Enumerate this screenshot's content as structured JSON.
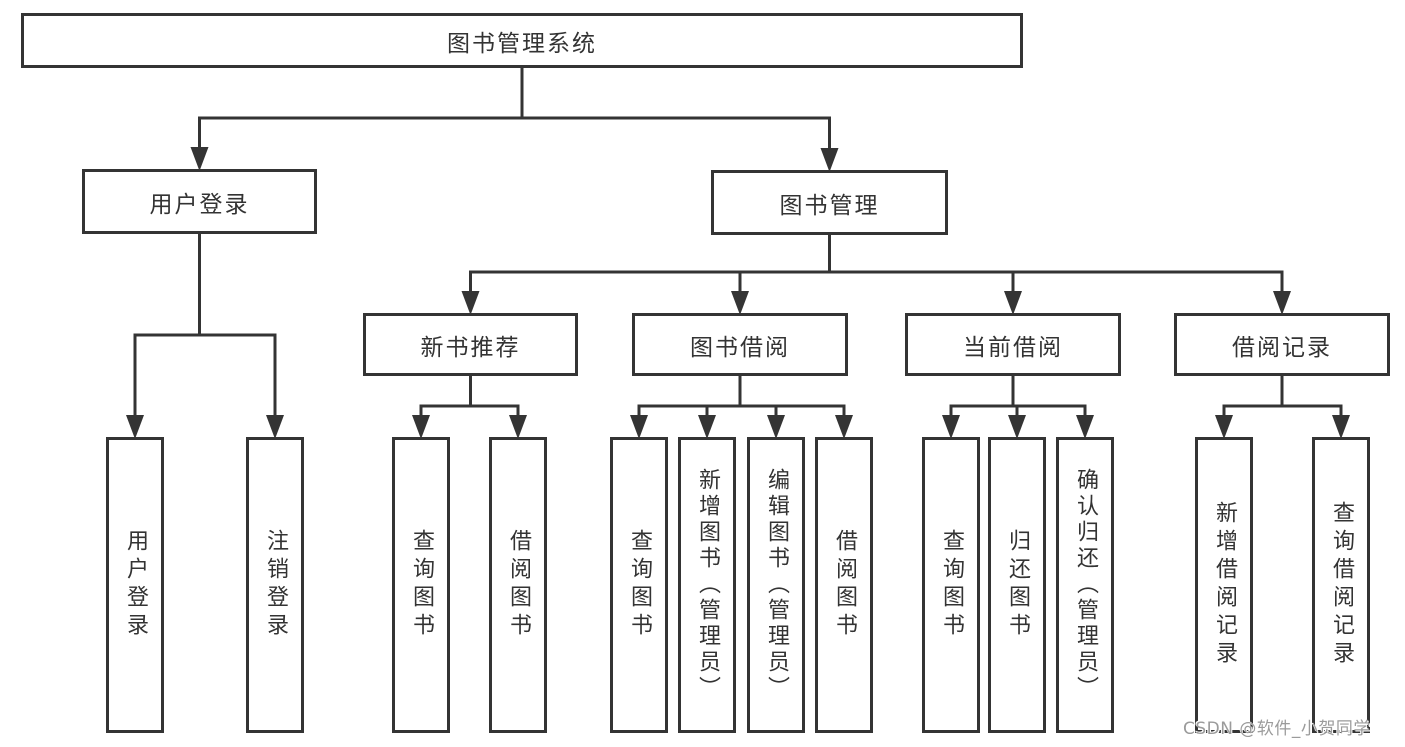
{
  "root_label": "图书管理系统",
  "level2": [
    "用户登录",
    "图书管理"
  ],
  "level3": [
    "新书推荐",
    "图书借阅",
    "当前借阅",
    "借阅记录"
  ],
  "leaves": {
    "user_login": [
      "用户登录",
      "注销登录"
    ],
    "new_book_recommend": [
      "查询图书",
      "借阅图书"
    ],
    "book_borrow": [
      "查询图书",
      "新增图书（管理员）",
      "编辑图书（管理员）",
      "借阅图书"
    ],
    "current_borrow": [
      "查询图书",
      "归还图书",
      "确认归还（管理员）"
    ],
    "borrow_record": [
      "新增借阅记录",
      "查询借阅记录"
    ]
  },
  "watermark": "CSDN @软件_小贺同学",
  "colors": {
    "line": "#343434",
    "box_border": "#343434",
    "text": "#333333",
    "watermark": "#9b9b9b",
    "background": "#ffffff"
  }
}
